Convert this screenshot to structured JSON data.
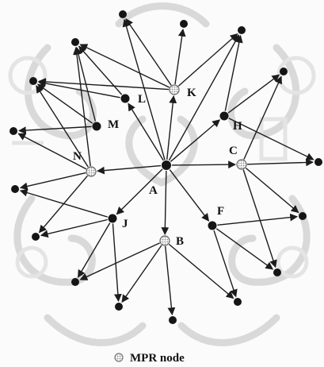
{
  "nodes": {
    "A": {
      "label": "A",
      "mpr": false
    },
    "K": {
      "label": "K",
      "mpr": true
    },
    "L": {
      "label": "L",
      "mpr": false
    },
    "M": {
      "label": "M",
      "mpr": false
    },
    "N": {
      "label": "N",
      "mpr": true
    },
    "H": {
      "label": "H",
      "mpr": false
    },
    "C": {
      "label": "C",
      "mpr": true
    },
    "F": {
      "label": "F",
      "mpr": false
    },
    "B": {
      "label": "B",
      "mpr": true
    },
    "J": {
      "label": "J",
      "mpr": false
    }
  },
  "legend": {
    "label": "MPR node"
  },
  "colors": {
    "node": "#151515",
    "mpr_fill": "#d8d8d8",
    "mpr_stroke": "#666666",
    "edge": "#1c1c1c",
    "ornament": "#d9d9d9"
  },
  "icons": {
    "mpr_marker": "dotted-circle-icon",
    "regular_marker": "filled-circle-icon"
  }
}
